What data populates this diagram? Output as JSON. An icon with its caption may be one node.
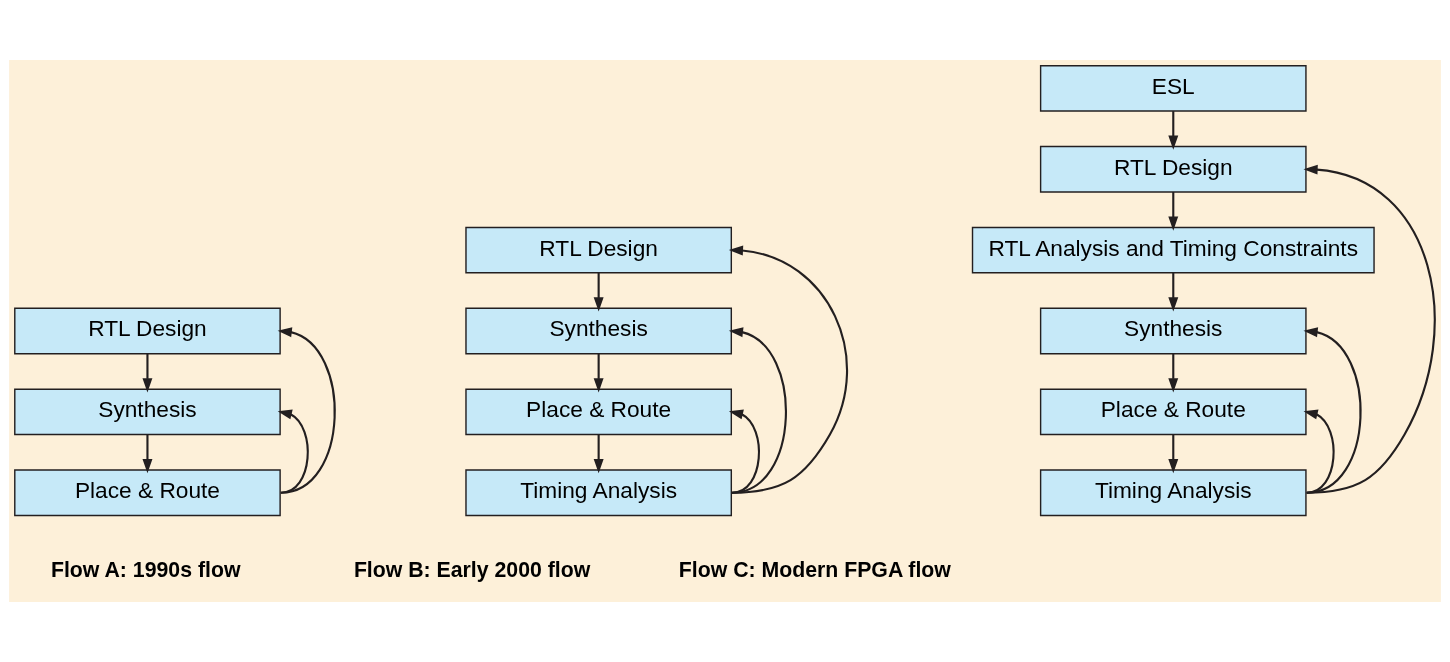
{
  "diagram": {
    "nodes": [
      {
        "text": [
          "RTL Design"
        ]
      },
      {
        "text": [
          "Synthesis"
        ]
      },
      {
        "text": [
          "Place & Route"
        ]
      },
      {
        "text": [
          "RTL Design"
        ]
      },
      {
        "text": [
          "Synthesis"
        ]
      },
      {
        "text": [
          "Place & Route"
        ]
      },
      {
        "text": [
          "Timing Analysis"
        ]
      },
      {
        "text": [
          "ESL"
        ]
      },
      {
        "text": [
          "RTL Design"
        ]
      },
      {
        "text": [
          "RTL Analysis and Timing Constraints"
        ]
      },
      {
        "text": [
          "Synthesis"
        ]
      },
      {
        "text": [
          "Place & Route"
        ]
      },
      {
        "text": [
          "Timing Analysis"
        ]
      }
    ],
    "edges": [
      {
        "from": 0,
        "to": 1,
        "arrow": "to"
      },
      {
        "from": 1,
        "to": 2,
        "arrow": "to"
      },
      {
        "from": 2,
        "to": 1,
        "arrow": "to"
      },
      {
        "from": 2,
        "to": 0,
        "arrow": "to"
      },
      {
        "from": 3,
        "to": 4,
        "arrow": "to"
      },
      {
        "from": 4,
        "to": 5,
        "arrow": "to"
      },
      {
        "from": 5,
        "to": 6,
        "arrow": "to"
      },
      {
        "from": 6,
        "to": 5,
        "arrow": "to"
      },
      {
        "from": 6,
        "to": 4,
        "arrow": "to"
      },
      {
        "from": 6,
        "to": 3,
        "arrow": "to"
      },
      {
        "from": 7,
        "to": 8,
        "arrow": "to"
      },
      {
        "from": 8,
        "to": 9,
        "arrow": "to"
      },
      {
        "from": 9,
        "to": 10,
        "arrow": "to"
      },
      {
        "from": 10,
        "to": 11,
        "arrow": "to"
      },
      {
        "from": 11,
        "to": 12,
        "arrow": "to"
      },
      {
        "from": 12,
        "to": 11,
        "arrow": "to"
      },
      {
        "from": 12,
        "to": 10,
        "arrow": "to"
      },
      {
        "from": 12,
        "to": 8,
        "arrow": "to"
      }
    ],
    "labels": [
      "Flow A: 1990s flow",
      "Flow B: Early 2000 flow",
      "Flow C: Modern FPGA flow"
    ]
  }
}
